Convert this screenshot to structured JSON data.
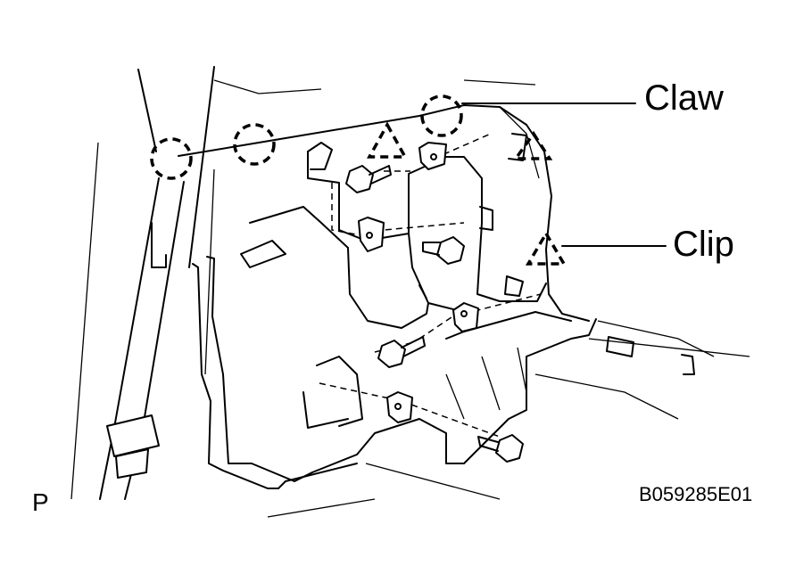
{
  "labels": {
    "claw": "Claw",
    "clip": "Clip",
    "view_code": "P",
    "figure_id": "B059285E01"
  },
  "icons": {
    "claw_marker": "dashed-circle",
    "clip_marker": "dashed-triangle"
  },
  "colors": {
    "line": "#000000",
    "background": "#ffffff"
  }
}
